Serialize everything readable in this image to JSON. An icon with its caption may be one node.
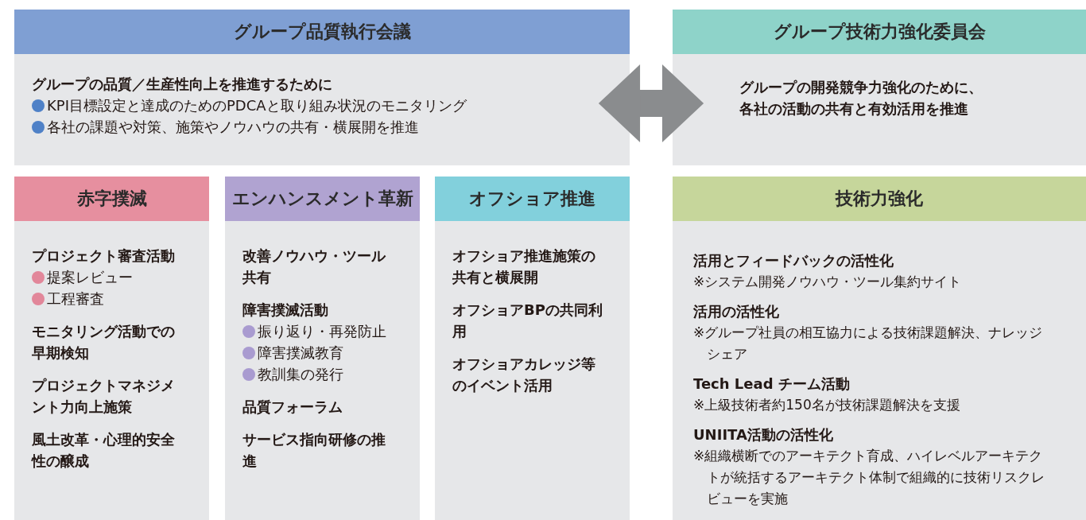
{
  "diagram": {
    "nodes": [
      {
        "text": [
          "グループ品質執行会議",
          "グループの品質／生産性向上を推進するために",
          "KPI目標設定と達成のためのPDCAと取り組み状況のモニタリング",
          "各社の課題や対策、施策やノウハウの共有・横展開を推進"
        ]
      },
      {
        "text": [
          "グループ技術力強化委員会",
          "グループの開発競争力強化のために、各社の活動の共有と有効活用を推進"
        ]
      },
      {
        "text": [
          "赤字撲滅",
          "プロジェクト審査活動",
          "提案レビュー",
          "工程審査",
          "モニタリング活動での早期検知",
          "プロジェクトマネジメント力向上施策",
          "風土改革・心理的安全性の醸成"
        ]
      },
      {
        "text": [
          "エンハンスメント革新",
          "改善ノウハウ・ツール共有",
          "障害撲滅活動",
          "振り返り・再発防止",
          "障害撲滅教育",
          "教訓集の発行",
          "品質フォーラム",
          "サービス指向研修の推進"
        ]
      },
      {
        "text": [
          "オフショア推進",
          "オフショア推進施策の共有と横展開",
          "オフショアBPの共同利用",
          "オフショアカレッジ等のイベント活用"
        ]
      },
      {
        "text": [
          "技術力強化",
          "活用とフィードバックの活性化",
          "※システム開発ノウハウ・ツール集約サイト",
          "活用の活性化",
          "※グループ社員の相互協力による技術課題解決、ナレッジシェア",
          "Tech Lead チーム活動",
          "※上級技術者約150名が技術課題解決を支援",
          "UNIITA活動の活性化",
          "※組織横断でのアーキテクト育成、ハイレベルアーキテクトが統括するアーキテクト体制で組織的に技術リスクレビューを実施"
        ]
      }
    ],
    "edges": [
      {
        "from": 0,
        "to": 1,
        "arrow": "both"
      }
    ]
  }
}
